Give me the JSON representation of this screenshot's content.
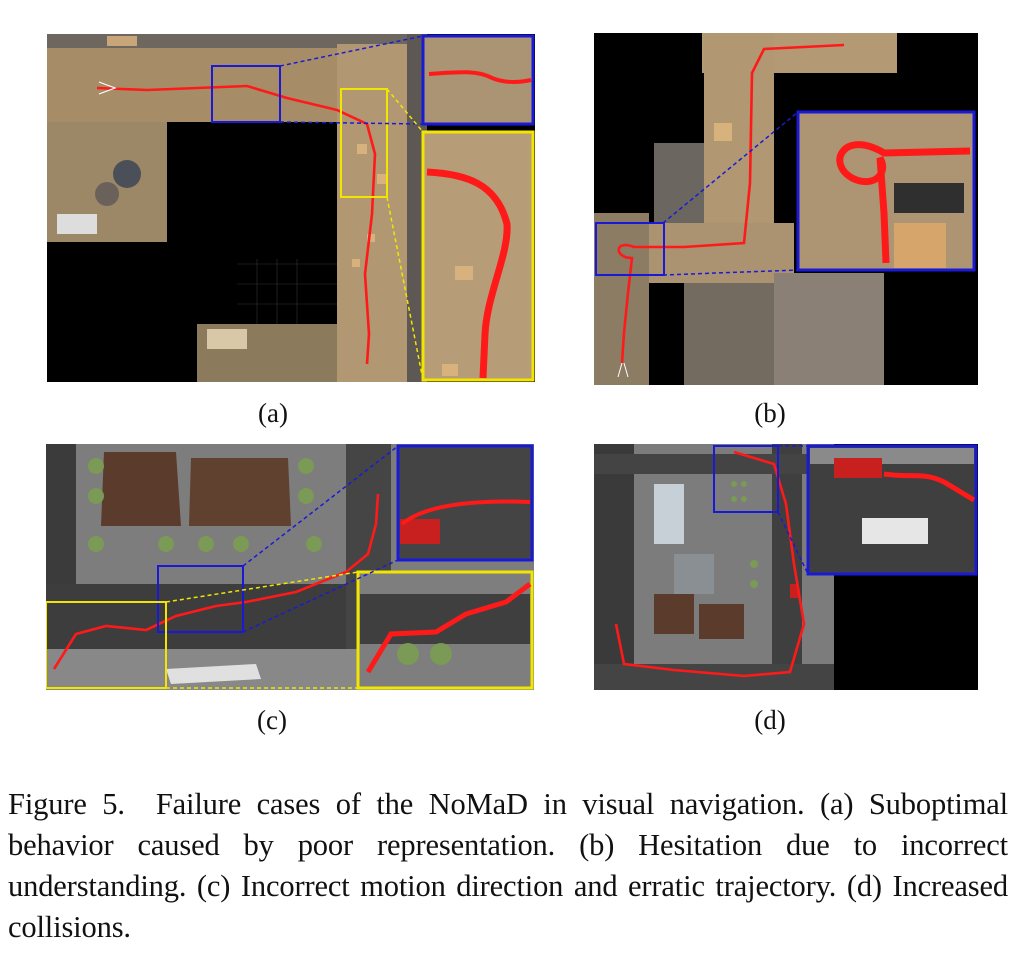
{
  "figure": {
    "panels": [
      {
        "id": "a",
        "label": "(a)"
      },
      {
        "id": "b",
        "label": "(b)"
      },
      {
        "id": "c",
        "label": "(c)"
      },
      {
        "id": "d",
        "label": "(d)"
      }
    ],
    "caption": {
      "number": "Figure 5.",
      "text": "Failure cases of the NoMaD in visual navigation. (a) Suboptimal behavior caused by poor representation. (b) Hesitation due to incorrect understanding. (c) Incorrect motion direction and erratic trajectory. (d) Increased collisions."
    },
    "colors": {
      "trajectory": "#ff1a1a",
      "zoom_blue": "#1a1ad6",
      "zoom_yellow": "#f2e600",
      "floor": "#b49a72",
      "void": "#000000",
      "road": "#3a3a3a",
      "pavement": "#8a8a8a"
    }
  }
}
